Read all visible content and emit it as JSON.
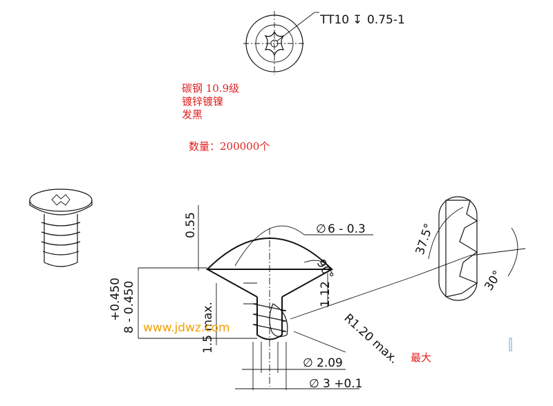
{
  "drive_callout": {
    "drive": "TT10",
    "depth_symbol": "↧",
    "depth": "0.75-1"
  },
  "notes": {
    "material": "碳钢 10.9级",
    "plating": "镀锌镀镍",
    "finish": "发黑",
    "quantity": "数量：200000个",
    "max_label": "最大"
  },
  "dimensions": {
    "head_height": "0.55",
    "head_diameter_sym": "∅",
    "head_diameter": "6 - 0.3",
    "head_angle": "90°",
    "side_tol": "+0.450",
    "length": "8 - 0.450",
    "gap": "1.12",
    "incomplete_thread": "1.5 max.",
    "radius": "R1.20 max.",
    "core_diameter_sym": "∅",
    "core_diameter": "2.09",
    "thread_diameter_sym": "∅",
    "thread_diameter": "3 +0.1",
    "flank_angle": "37.5°",
    "tip_angle": "30°"
  },
  "watermark": "www.jdwz.com",
  "colors": {
    "note": "#e02020",
    "watermark": "#f0a000",
    "line": "#111111"
  }
}
